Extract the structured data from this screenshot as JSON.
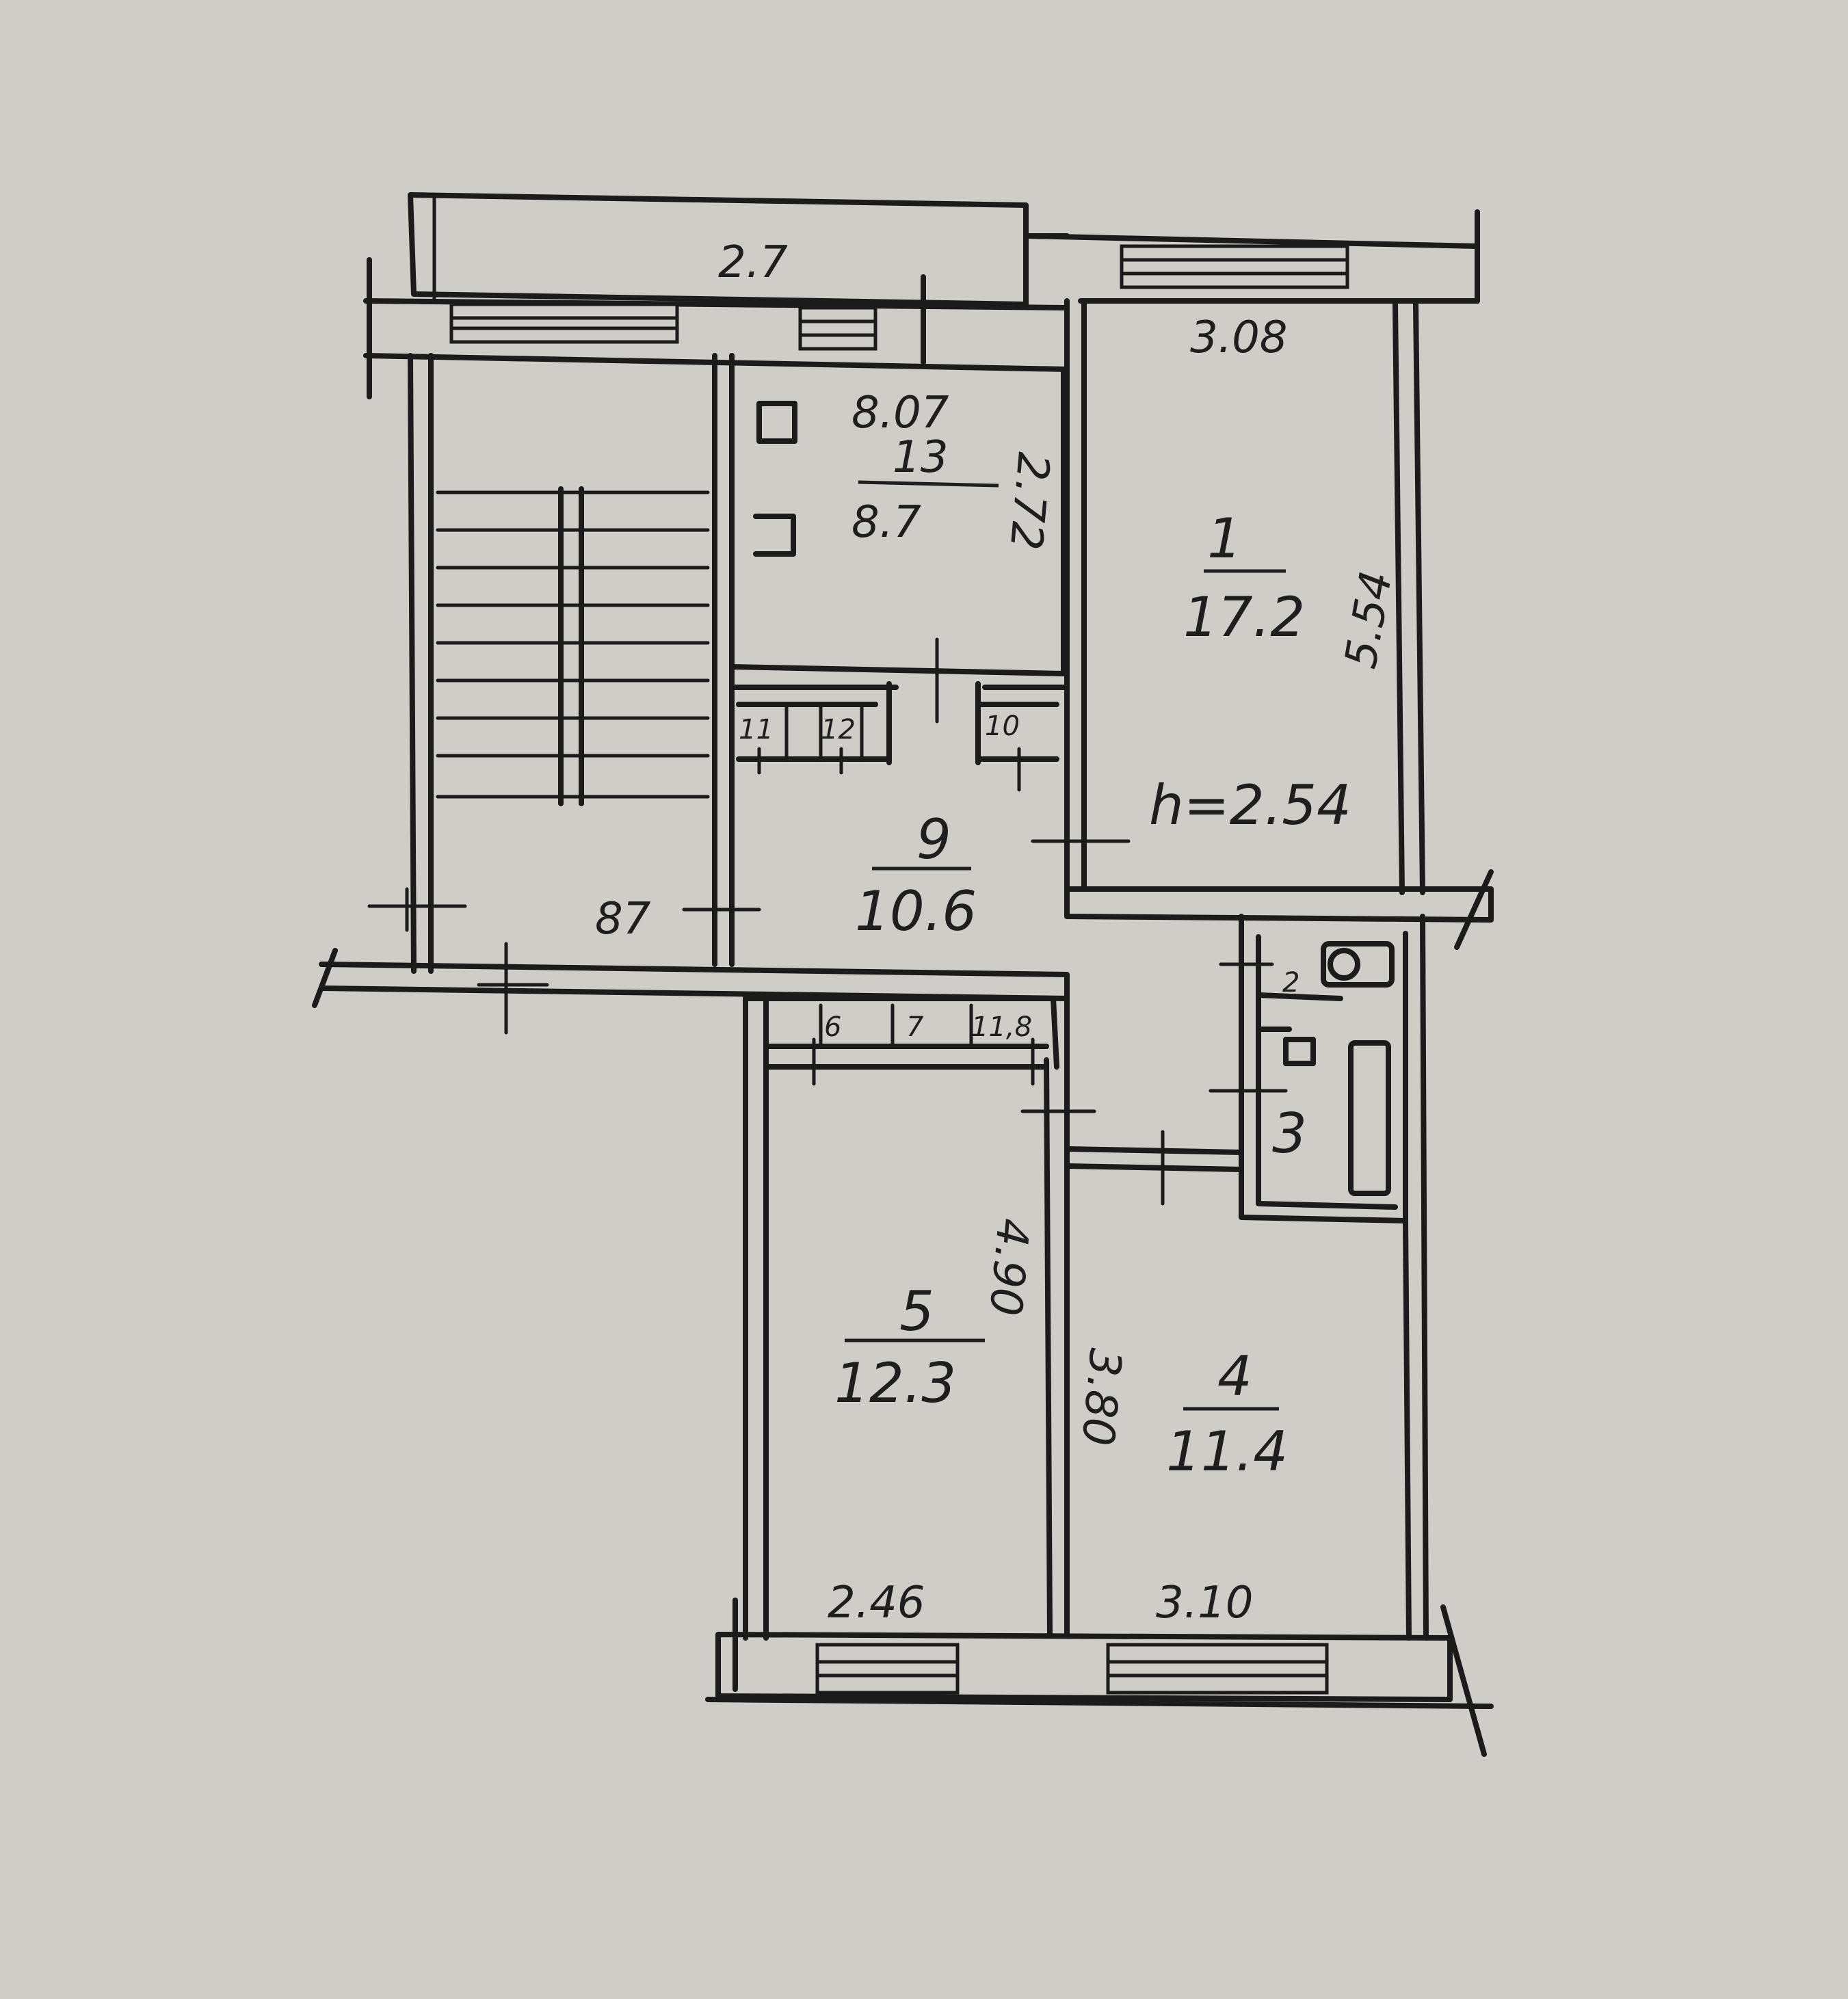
{
  "plan": {
    "balcony": {
      "area": "2.7"
    },
    "rooms": [
      {
        "id": "room-1",
        "number": "1",
        "area": "17.2",
        "width": "3.08",
        "length": "5.54",
        "height": "h=2.54"
      },
      {
        "id": "kitchen",
        "number": "13",
        "area": "8.7",
        "dim_top": "8.07",
        "dim_side": "2.72"
      },
      {
        "id": "hall",
        "number": "9",
        "area": "10.6"
      },
      {
        "id": "room-5",
        "number": "5",
        "area": "12.3",
        "width": "2.46",
        "length": "4.90"
      },
      {
        "id": "room-4",
        "number": "4",
        "area": "11.4",
        "width": "3.10",
        "length": "3.80"
      },
      {
        "id": "bathroom",
        "number": "3"
      }
    ],
    "small_spaces": {
      "closet_11": "11",
      "closet_12": "12",
      "closet_10": "10",
      "closet_6": "6",
      "closet_7": "7",
      "closet_8": "11,8",
      "wc": "2"
    },
    "stair_note": "87"
  }
}
